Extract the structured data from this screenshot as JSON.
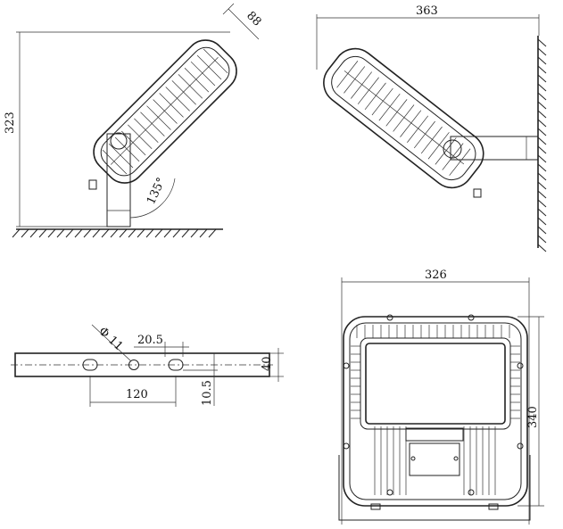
{
  "views": {
    "side_mounted_floor": {
      "height_label": "323",
      "depth_label": "88",
      "angle_label": "135°"
    },
    "side_mounted_wall": {
      "width_label": "363"
    },
    "bracket": {
      "hole_label": "Φ 11",
      "slot_offset_label": "20.5",
      "hole_spacing_label": "120",
      "offset_label": "10.5",
      "height_label": "40"
    },
    "front": {
      "width_label": "326",
      "height_label": "340"
    }
  }
}
